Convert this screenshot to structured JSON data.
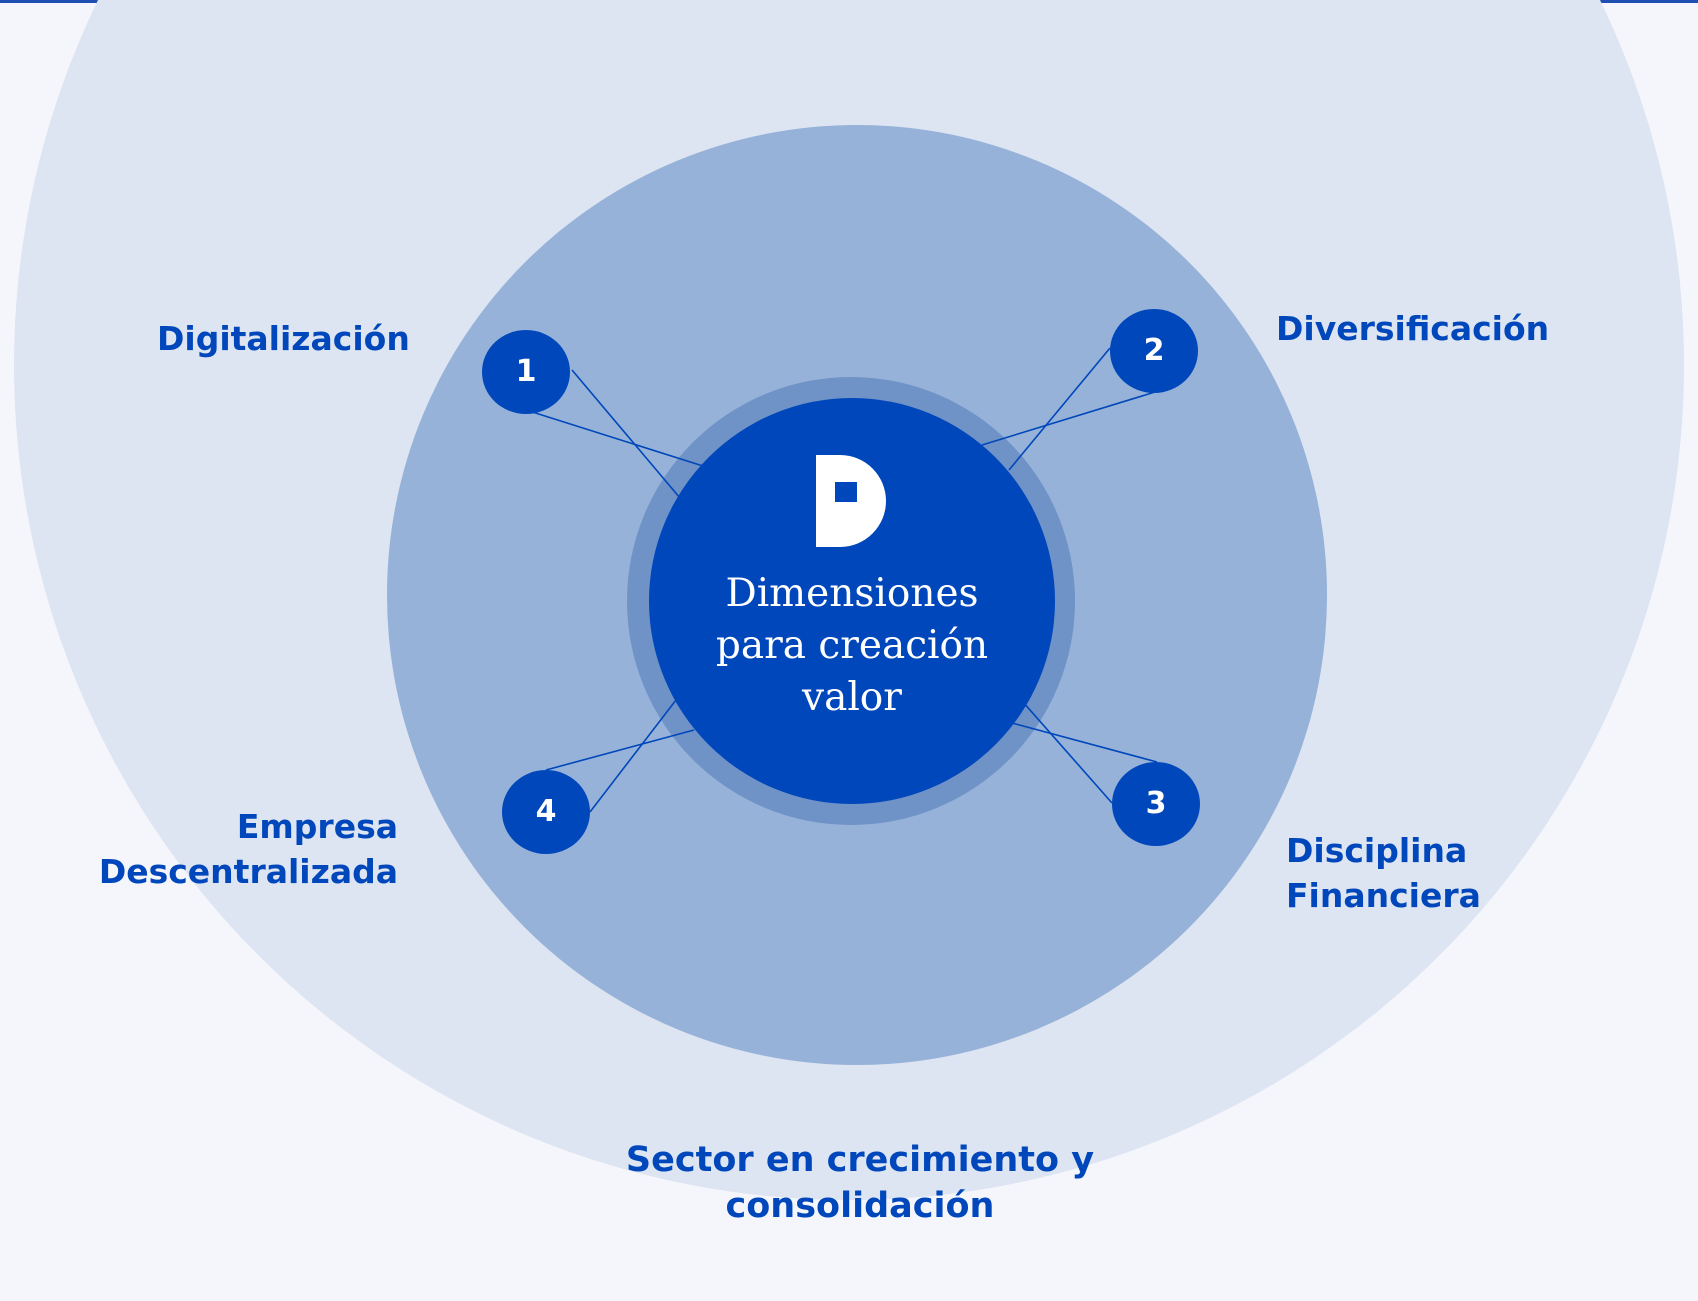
{
  "center": {
    "title_lines": [
      "Dimensiones",
      "para creación",
      "valor"
    ],
    "logo_icon": "d-logo-icon"
  },
  "dimensions": [
    {
      "number": "1",
      "label_lines": [
        "Digitalización"
      ]
    },
    {
      "number": "2",
      "label_lines": [
        "Diversificación"
      ]
    },
    {
      "number": "3",
      "label_lines": [
        "Disciplina",
        "Financiera"
      ]
    },
    {
      "number": "4",
      "label_lines": [
        "Empresa",
        "Descentralizada"
      ]
    }
  ],
  "context": {
    "label_lines": [
      "Sector en crecimiento y",
      "consolidación"
    ]
  },
  "colors": {
    "accent": "#0047bb",
    "outer_ring": "#dde4f2",
    "middle_ring": "#96b2d9",
    "halo_ring": "#6f92c7",
    "background": "#f4f6fb"
  }
}
